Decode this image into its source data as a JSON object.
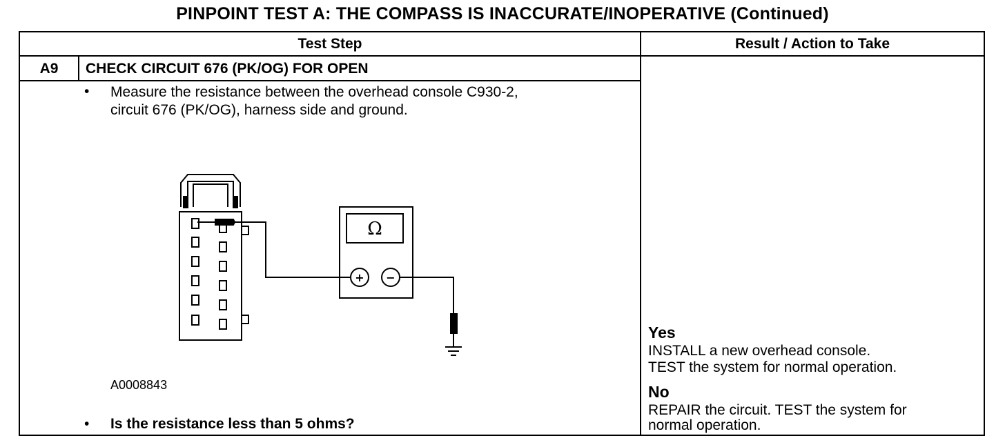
{
  "title": "PINPOINT TEST  A: THE COMPASS IS INACCURATE/INOPERATIVE (Continued)",
  "table": {
    "header_step": "Test Step",
    "header_result": "Result / Action to Take"
  },
  "step": {
    "id": "A9",
    "title": "CHECK CIRCUIT 676 (PK/OG) FOR OPEN",
    "bullet": "•",
    "instruction_line1": "Measure the resistance between the overhead console C930-2,",
    "instruction_line2": "circuit 676 (PK/OG), harness side and ground.",
    "figure_id": "A0008843",
    "question": "Is the resistance less than 5 ohms?"
  },
  "diagram": {
    "meter_symbol": "Ω",
    "plus_symbol": "+",
    "minus_symbol": "−"
  },
  "results": {
    "yes_label": "Yes",
    "yes_line1": "INSTALL a new overhead console.",
    "yes_line2": "TEST the system for normal operation.",
    "no_label": "No",
    "no_line1": "REPAIR the circuit. TEST the system for",
    "no_line2": "normal operation."
  }
}
